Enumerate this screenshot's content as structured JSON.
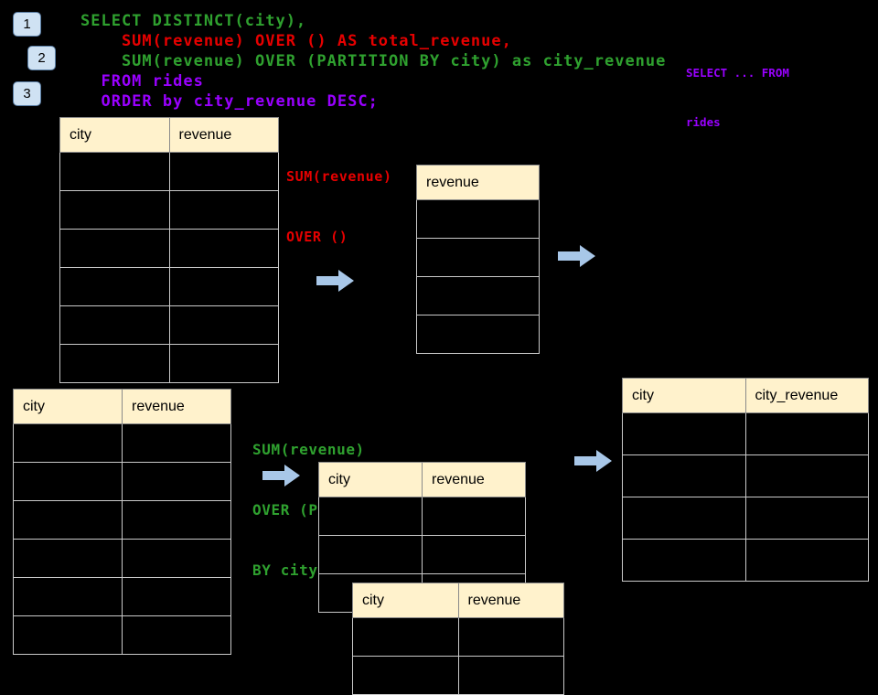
{
  "colors": {
    "background": "#000000",
    "green": "#2fa12f",
    "red": "#e60000",
    "purple": "#9900ff",
    "header_bg": "#fff2cc",
    "badge_bg": "#cfe2f3",
    "arrow_fill": "#a8c7e8"
  },
  "badges": [
    "1",
    "2",
    "3"
  ],
  "code_lines": [
    {
      "text": "SELECT DISTINCT(city),",
      "color": "green"
    },
    {
      "text": "    SUM(revenue) OVER () AS total_revenue,",
      "color": "red"
    },
    {
      "text": "    SUM(revenue) OVER (PARTITION BY city) as city_revenue",
      "color": "green"
    },
    {
      "text": "  FROM rides",
      "color": "purple"
    },
    {
      "text": "  ORDER by city_revenue DESC;",
      "color": "purple"
    }
  ],
  "side_note": {
    "line1": "SELECT ... FROM",
    "line2": "rides"
  },
  "annotations": {
    "total_label": {
      "line1": "SUM(revenue)",
      "line2": "OVER ()"
    },
    "partition_label": {
      "line1": "SUM(revenue)",
      "line2": "OVER (PARTITION",
      "line3": "BY city)"
    }
  },
  "tables": {
    "source_top": {
      "headers": [
        "city",
        "revenue"
      ],
      "row_count": 6
    },
    "total_result": {
      "headers": [
        "revenue"
      ],
      "row_count": 4
    },
    "source_bottom": {
      "headers": [
        "city",
        "revenue"
      ],
      "row_count": 6
    },
    "partition_result_a": {
      "headers": [
        "city",
        "revenue"
      ],
      "row_count": 3
    },
    "partition_result_b": {
      "headers": [
        "city",
        "revenue"
      ],
      "row_count": 2
    },
    "city_result": {
      "headers": [
        "city",
        "city_revenue"
      ],
      "row_count": 4
    }
  }
}
